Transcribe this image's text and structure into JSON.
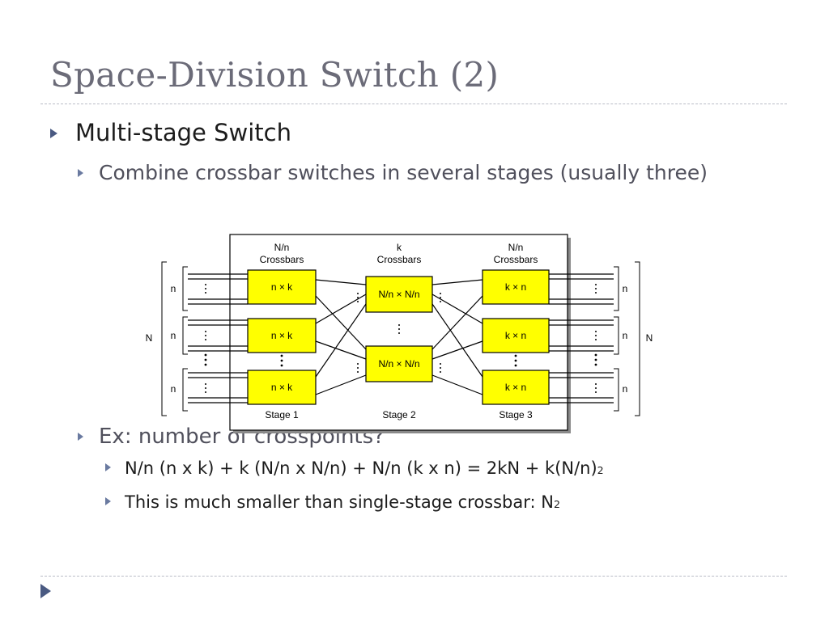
{
  "slide": {
    "title": "Space-Division Switch (2)",
    "bullets": {
      "multistage": "Multi-stage Switch",
      "combine": "Combine crossbar switches in several stages (usually three)",
      "ex_prefix": "Ex:",
      "ex_text": "number of crosspoints?",
      "formula_main": "N/n (n x k) + k (N/n x N/n) + N/n (k x n) = 2kN + k(N/n)",
      "formula_sup": "2",
      "comparison_main": "This is much smaller than single-stage crossbar: N",
      "comparison_sup": "2"
    }
  },
  "diagram": {
    "headers": {
      "stage1": [
        "N/n",
        "Crossbars"
      ],
      "stage2": [
        "k",
        "Crossbars"
      ],
      "stage3": [
        "N/n",
        "Crossbars"
      ]
    },
    "boxes": {
      "stage1": "n × k",
      "stage2": "N/n × N/n",
      "stage3": "k × n"
    },
    "stage_labels": [
      "Stage 1",
      "Stage 2",
      "Stage 3"
    ],
    "side_labels": {
      "n": "n",
      "N": "N"
    },
    "colors": {
      "box_fill": "#ffff00",
      "line": "#000000"
    }
  }
}
